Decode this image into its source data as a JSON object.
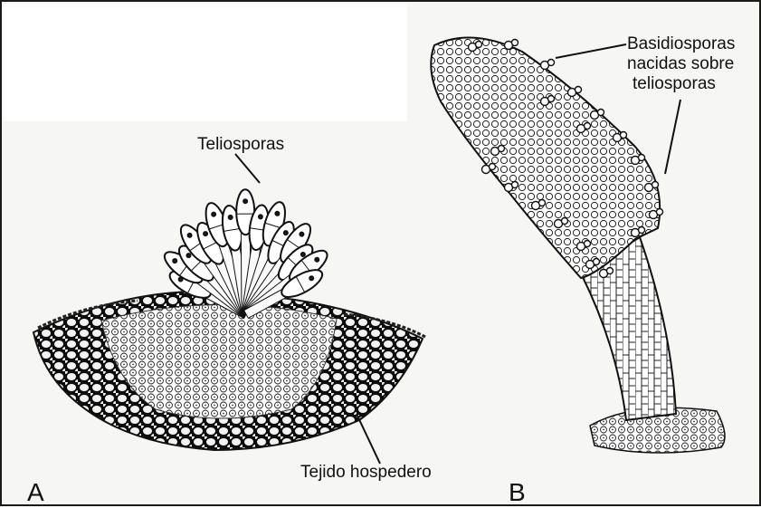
{
  "labels": {
    "teliosporas": "Teliosporas",
    "basidiosporas_line1": "Basidiosporas",
    "basidiosporas_line2": "nacidas sobre",
    "basidiosporas_line3": "teliosporas",
    "tejido": "Tejido hospedero",
    "panel_a": "A",
    "panel_b": "B"
  },
  "colors": {
    "ink": "#111111",
    "paper": "#f6f6f4",
    "host_tissue": "#0c0c0c"
  }
}
